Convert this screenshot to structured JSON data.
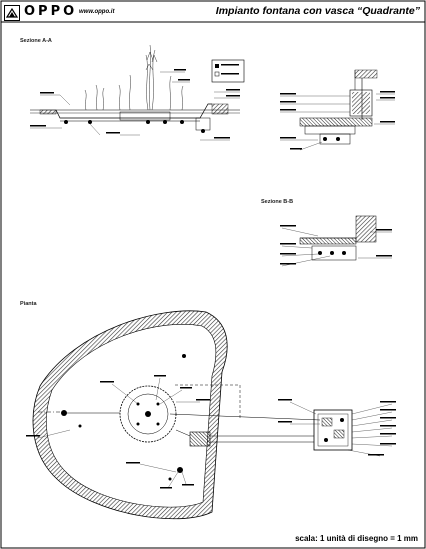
{
  "header": {
    "brand": "OPPO",
    "website": "www.oppo.it",
    "title": "Impianto fontana con vasca “Quadrante”",
    "logo_icon": "oppo-logo-icon"
  },
  "sections": {
    "section_aa_label": "Sezione A-A",
    "section_bb_label": "Sezione B-B",
    "plan_label": "Pianta"
  },
  "footer": {
    "scale_note": "scala: 1 unità di disegno = 1 mm"
  },
  "colors": {
    "line": "#000000",
    "hatch": "#444444",
    "background": "#ffffff"
  }
}
